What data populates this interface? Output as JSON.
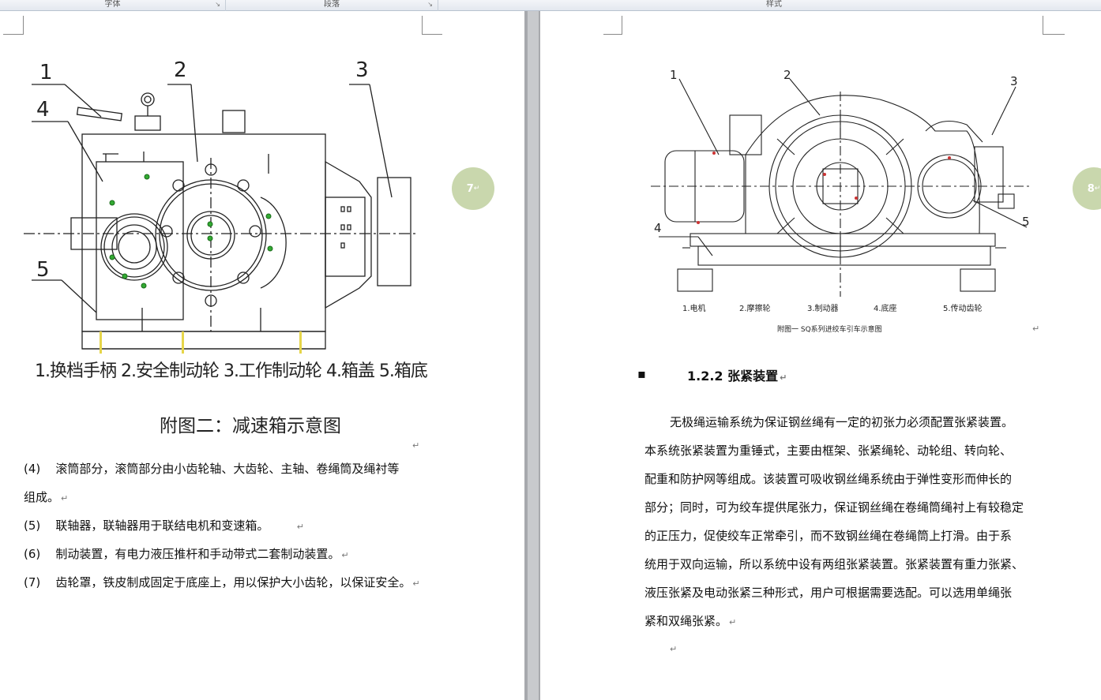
{
  "ribbon": {
    "groups": [
      {
        "label": "字体"
      },
      {
        "label": "段落"
      },
      {
        "label": "样式"
      }
    ]
  },
  "left_page": {
    "badge": "7",
    "badge_mark": "↵",
    "figure": {
      "callouts": [
        "1",
        "2",
        "3",
        "4",
        "5"
      ],
      "legend": "1.换档手柄   2.安全制动轮   3.工作制动轮   4.箱盖   5.箱底",
      "caption": "附图二：减速箱示意图"
    },
    "empty_mark": "↵",
    "items": [
      {
        "num": "(4)",
        "text": "滚筒部分，滚筒部分由小齿轮轴、大齿轮、主轴、卷绳筒及绳衬等"
      },
      {
        "num": "",
        "text": "组成。"
      },
      {
        "num": "(5)",
        "text": "联轴器，联轴器用于联结电机和变速箱。"
      },
      {
        "num": "(6)",
        "text": "制动装置，有电力液压推杆和手动带式二套制动装置。"
      },
      {
        "num": "(7)",
        "text": "齿轮罩，铁皮制成固定于底座上，用以保护大小齿轮，以保证安全。"
      }
    ]
  },
  "right_page": {
    "badge": "8",
    "badge_mark": "↵",
    "figure": {
      "callouts": [
        "1",
        "2",
        "3",
        "4",
        "5"
      ],
      "legend": [
        "1.电机",
        "2.摩擦轮",
        "3.制动器",
        "4.底座",
        "5.传动齿轮"
      ],
      "caption": "附图一   SQ系列进绞车引车示意图"
    },
    "heading": "1.2.2 张紧装置",
    "body_lines": [
      "无极绳运输系统为保证钢丝绳有一定的初张力必须配置张紧装置。",
      "本系统张紧装置为重锤式，主要由框架、张紧绳轮、动轮组、转向轮、",
      "配重和防护网等组成。该装置可吸收钢丝绳系统由于弹性变形而伸长的",
      "部分；同时，可为绞车提供尾张力，保证钢丝绳在卷绳筒绳衬上有较稳定",
      "的正压力，促使绞车正常牵引，而不致钢丝绳在卷绳筒上打滑。由于系",
      "统用于双向运输，所以系统中设有两组张紧装置。张紧装置有重力张紧、",
      "液压张紧及电动张紧三种形式，用户可根据需要选配。可以选用单绳张",
      "紧和双绳张紧。"
    ],
    "para_mark": "↵"
  }
}
